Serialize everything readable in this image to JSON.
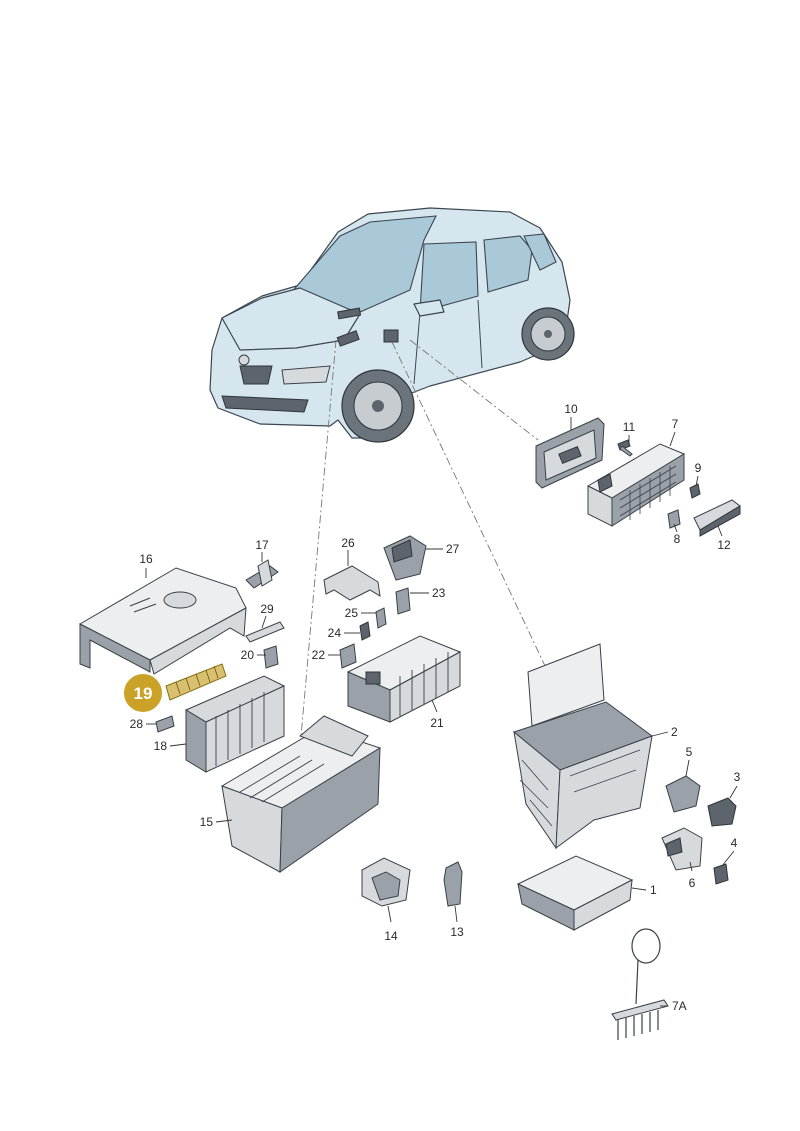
{
  "diagram": {
    "highlight_color": "#c9a227",
    "highlighted_part": "19",
    "labels": [
      "1",
      "2",
      "3",
      "4",
      "5",
      "6",
      "7",
      "7A",
      "8",
      "9",
      "10",
      "11",
      "12",
      "13",
      "14",
      "15",
      "16",
      "17",
      "18",
      "19",
      "20",
      "21",
      "22",
      "23",
      "24",
      "25",
      "26",
      "27",
      "28",
      "29"
    ]
  },
  "parts": {
    "p1": "1",
    "p2": "2",
    "p3": "3",
    "p4": "4",
    "p5": "5",
    "p6": "6",
    "p7": "7",
    "p7a": "7A",
    "p8": "8",
    "p9": "9",
    "p10": "10",
    "p11": "11",
    "p12": "12",
    "p13": "13",
    "p14": "14",
    "p15": "15",
    "p16": "16",
    "p17": "17",
    "p18": "18",
    "p19": "19",
    "p20": "20",
    "p21": "21",
    "p22": "22",
    "p23": "23",
    "p24": "24",
    "p25": "25",
    "p26": "26",
    "p27": "27",
    "p28": "28",
    "p29": "29"
  }
}
